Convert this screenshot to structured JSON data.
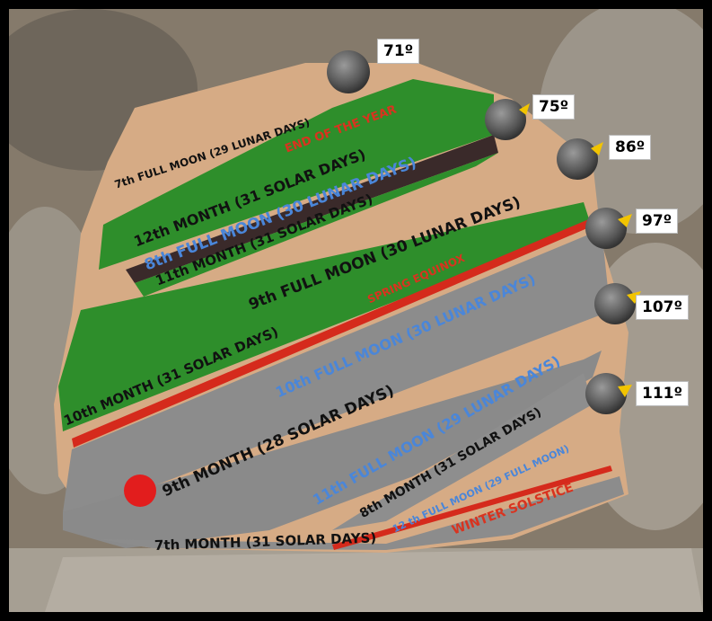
{
  "moon_angles": [
    "71º",
    "75º",
    "86º",
    "97º",
    "107º",
    "111º"
  ],
  "labels": {
    "full_moon_7": "7th FULL MOON (29 LUNAR DAYS)",
    "end_of_year": "END OF THE YEAR",
    "month_12": "12th MONTH (31 SOLAR DAYS)",
    "full_moon_8": "8th FULL MOON (30 LUNAR DAYS)",
    "month_11": "11th MONTH (31 SOLAR DAYS)",
    "full_moon_9": "9th FULL MOON (30 LUNAR DAYS)",
    "spring_equinox": "SPRING EQUINOX",
    "month_10": "10th MONTH (31 SOLAR DAYS)",
    "full_moon_10": "10th FULL MOON (30 LUNAR DAYS)",
    "month_9": "9th MONTH (28 SOLAR DAYS)",
    "full_moon_11": "11th FULL MOON (29 LUNAR DAYS)",
    "month_8": "8th MONTH (31 SOLAR DAYS)",
    "full_moon_12": "12 th FULL MOON (29 FULL MOON)",
    "winter_solstice": "WINTER SOLSTICE",
    "month_7": "7th MONTH (31 SOLAR DAYS)"
  },
  "colors": {
    "frame": "#000000",
    "rock_background": "#8a7f70",
    "slab": "#d9b08c",
    "green_band": "#2f8f2a",
    "gray_band": "#8c8c8c",
    "red_line": "#d52a1c",
    "blue_text": "#4a86d9",
    "red_text": "#d9331f",
    "moon": "#666666",
    "arrow": "#f2c400",
    "sun_dot": "#e21d1d"
  }
}
